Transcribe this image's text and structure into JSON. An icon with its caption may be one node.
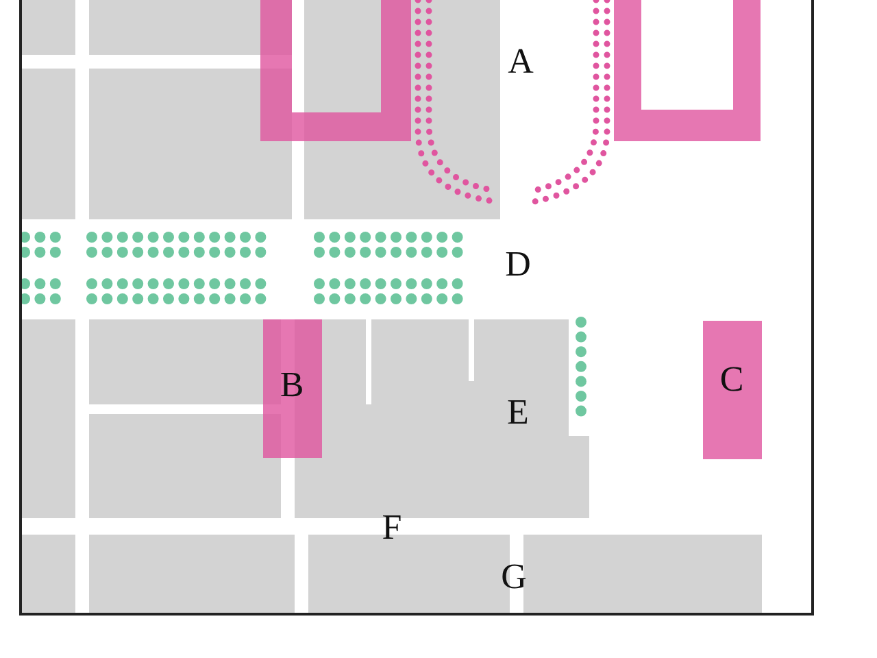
{
  "diagram": {
    "labels": [
      "A",
      "D",
      "B",
      "C",
      "E",
      "F",
      "G"
    ]
  }
}
